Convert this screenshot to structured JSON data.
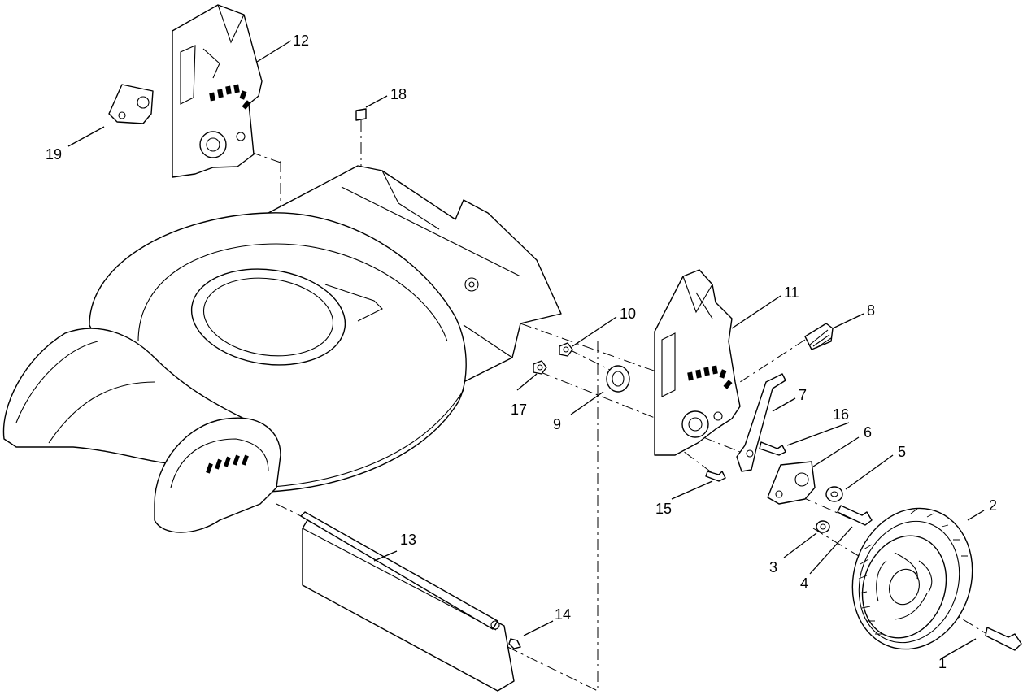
{
  "diagram": {
    "type": "exploded parts view",
    "callouts": [
      {
        "id": "callout-1",
        "label": "1"
      },
      {
        "id": "callout-2",
        "label": "2"
      },
      {
        "id": "callout-3",
        "label": "3"
      },
      {
        "id": "callout-4",
        "label": "4"
      },
      {
        "id": "callout-5",
        "label": "5"
      },
      {
        "id": "callout-6",
        "label": "6"
      },
      {
        "id": "callout-7",
        "label": "7"
      },
      {
        "id": "callout-8",
        "label": "8"
      },
      {
        "id": "callout-9",
        "label": "9"
      },
      {
        "id": "callout-10",
        "label": "10"
      },
      {
        "id": "callout-11",
        "label": "11"
      },
      {
        "id": "callout-12",
        "label": "12"
      },
      {
        "id": "callout-13",
        "label": "13"
      },
      {
        "id": "callout-14",
        "label": "14"
      },
      {
        "id": "callout-15",
        "label": "15"
      },
      {
        "id": "callout-16",
        "label": "16"
      },
      {
        "id": "callout-17",
        "label": "17"
      },
      {
        "id": "callout-18",
        "label": "18"
      },
      {
        "id": "callout-19",
        "label": "19"
      }
    ]
  }
}
